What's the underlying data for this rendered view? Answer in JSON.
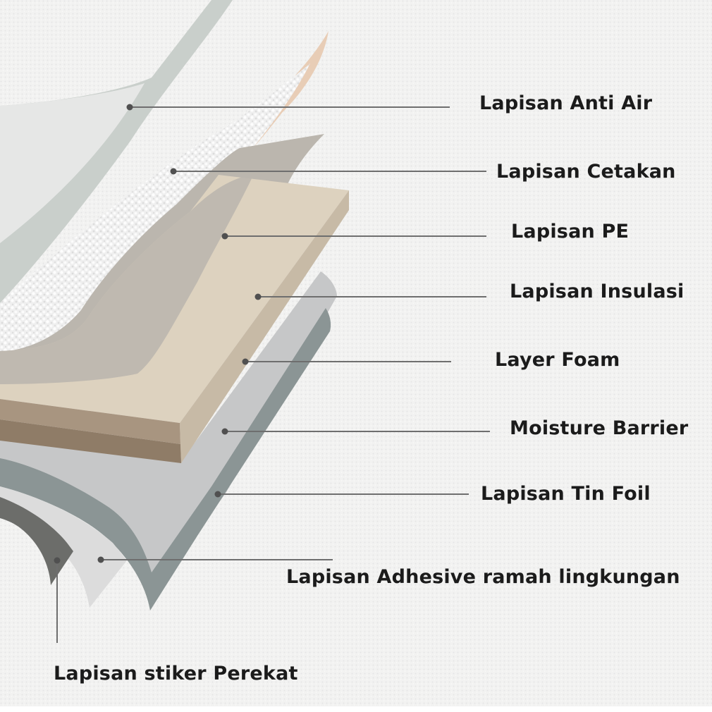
{
  "diagram": {
    "subject": "Wall sticker layer structure",
    "colors": {
      "background": "#f1f1f0",
      "anti_air_layer": "#c9cfcb",
      "anti_air_face": "#e6e7e6",
      "cetakan_texture": "#f4f4f4",
      "cetakan_edge": "#e8cdb6",
      "pe_layer": "#bbb6ae",
      "insulasi_top": "#ddd2bf",
      "insulasi_side": "#c7baa6",
      "foam_front_top": "#a89580",
      "foam_front_bottom": "#8f7c67",
      "moisture_barrier": "#c6c7c8",
      "tin_foil": "#8b9595",
      "adhesive": "#dcdcdc",
      "sticker": "#6c6d6a",
      "leader_line": "#6e6e6e",
      "leader_dot": "#505050",
      "label_text": "#1b1b1b"
    },
    "layers": [
      {
        "id": "anti-air",
        "label": "Lapisan Anti Air"
      },
      {
        "id": "cetakan",
        "label": "Lapisan Cetakan"
      },
      {
        "id": "pe",
        "label": "Lapisan PE"
      },
      {
        "id": "insulasi",
        "label": "Lapisan Insulasi"
      },
      {
        "id": "foam",
        "label": "Layer Foam"
      },
      {
        "id": "moisture-barrier",
        "label": "Moisture Barrier"
      },
      {
        "id": "tin-foil",
        "label": "Lapisan Tin Foil"
      },
      {
        "id": "adhesive",
        "label": "Lapisan Adhesive ramah lingkungan"
      },
      {
        "id": "stiker-perekat",
        "label": "Lapisan stiker Perekat"
      }
    ]
  }
}
